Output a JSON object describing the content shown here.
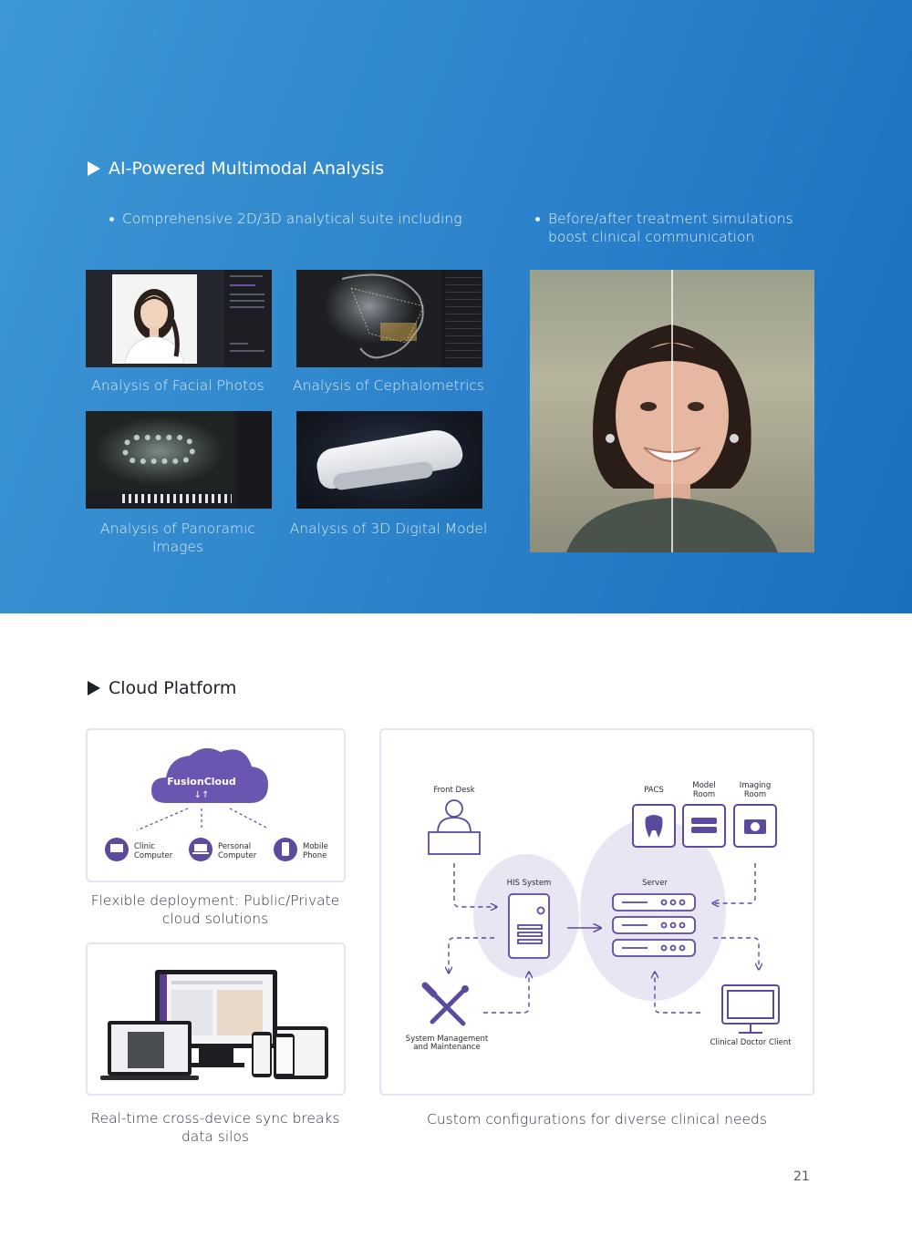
{
  "ai_section": {
    "title": "AI-Powered Multimodal Analysis",
    "bullet_left": "Comprehensive 2D/3D analytical suite including",
    "bullet_right_line1": "Before/after treatment simulations",
    "bullet_right_line2": "boost clinical communication",
    "captions": {
      "facial": "Analysis of Facial Photos",
      "ceph": "Analysis of Cephalometrics",
      "pano_line1": "Analysis of Panoramic",
      "pano_line2": "Images",
      "model3d": "Analysis of 3D Digital Model"
    }
  },
  "cloud_section": {
    "title": "Cloud Platform",
    "cloud_card": {
      "brand": "FusionCloud",
      "devices": [
        {
          "line1": "Clinic",
          "line2": "Computer"
        },
        {
          "line1": "Personal",
          "line2": "Computer"
        },
        {
          "line1": "Mobile",
          "line2": "Phone"
        }
      ]
    },
    "caption_cloud_line1": "Flexible deployment: Public/Private",
    "caption_cloud_line2": "cloud solutions",
    "caption_devices_line1": "Real-time cross-device sync breaks",
    "caption_devices_line2": "data silos",
    "caption_diagram": "Custom configurations for diverse clinical needs",
    "diagram": {
      "front_desk": "Front Desk",
      "pacs": "PACS",
      "model_room_line1": "Model",
      "model_room_line2": "Room",
      "imaging_room_line1": "Imaging",
      "imaging_room_line2": "Room",
      "his_system": "HIS System",
      "server": "Server",
      "sys_mgmt_line1": "System Management",
      "sys_mgmt_line2": "and Maintenance",
      "doctor_client": "Clinical Doctor Client"
    }
  },
  "page_number": "21",
  "colors": {
    "band_start": "#3e97d5",
    "band_end": "#1a6fbf",
    "purple": "#5b4a9e",
    "purple_light": "#e9e5f3"
  }
}
